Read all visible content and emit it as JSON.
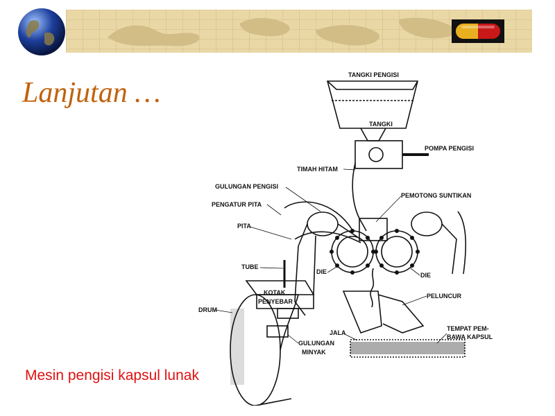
{
  "slide": {
    "title": "Lanjutan …",
    "caption": "Mesin pengisi kapsul lunak",
    "colors": {
      "title": "#c0620e",
      "caption": "#e01010",
      "banner": "#e9d8a6"
    }
  },
  "decor": {
    "globe_icon": "globe-icon",
    "capsule_icon": "capsule-icon",
    "banner": "world-map-banner"
  },
  "diagram": {
    "labels": {
      "tangki_pengisi": "TANGKI PENGISI",
      "tangki": "TANGKI",
      "pompa_pengisi": "POMPA PENGISI",
      "timah_hitam": "TIMAH HITAM",
      "gulungan_pengisi": "GULUNGAN PENGISI",
      "pemotong_suntikan": "PEMOTONG SUNTIKAN",
      "pengatur_pita": "PENGATUR PITA",
      "pita": "PITA",
      "tube": "TUBE",
      "die_left": "DIE",
      "die_right": "DIE",
      "kotak": "KOTAK",
      "penyebar": "PENYEBAR",
      "peluncur": "PELUNCUR",
      "drum": "DRUM",
      "jala": "JALA",
      "tempat_pem": "TEMPAT PEM-",
      "bawa_kapsul": "BAWA KAPSUL",
      "gulungan": "GULUNGAN",
      "minyak": "MINYAK"
    }
  }
}
